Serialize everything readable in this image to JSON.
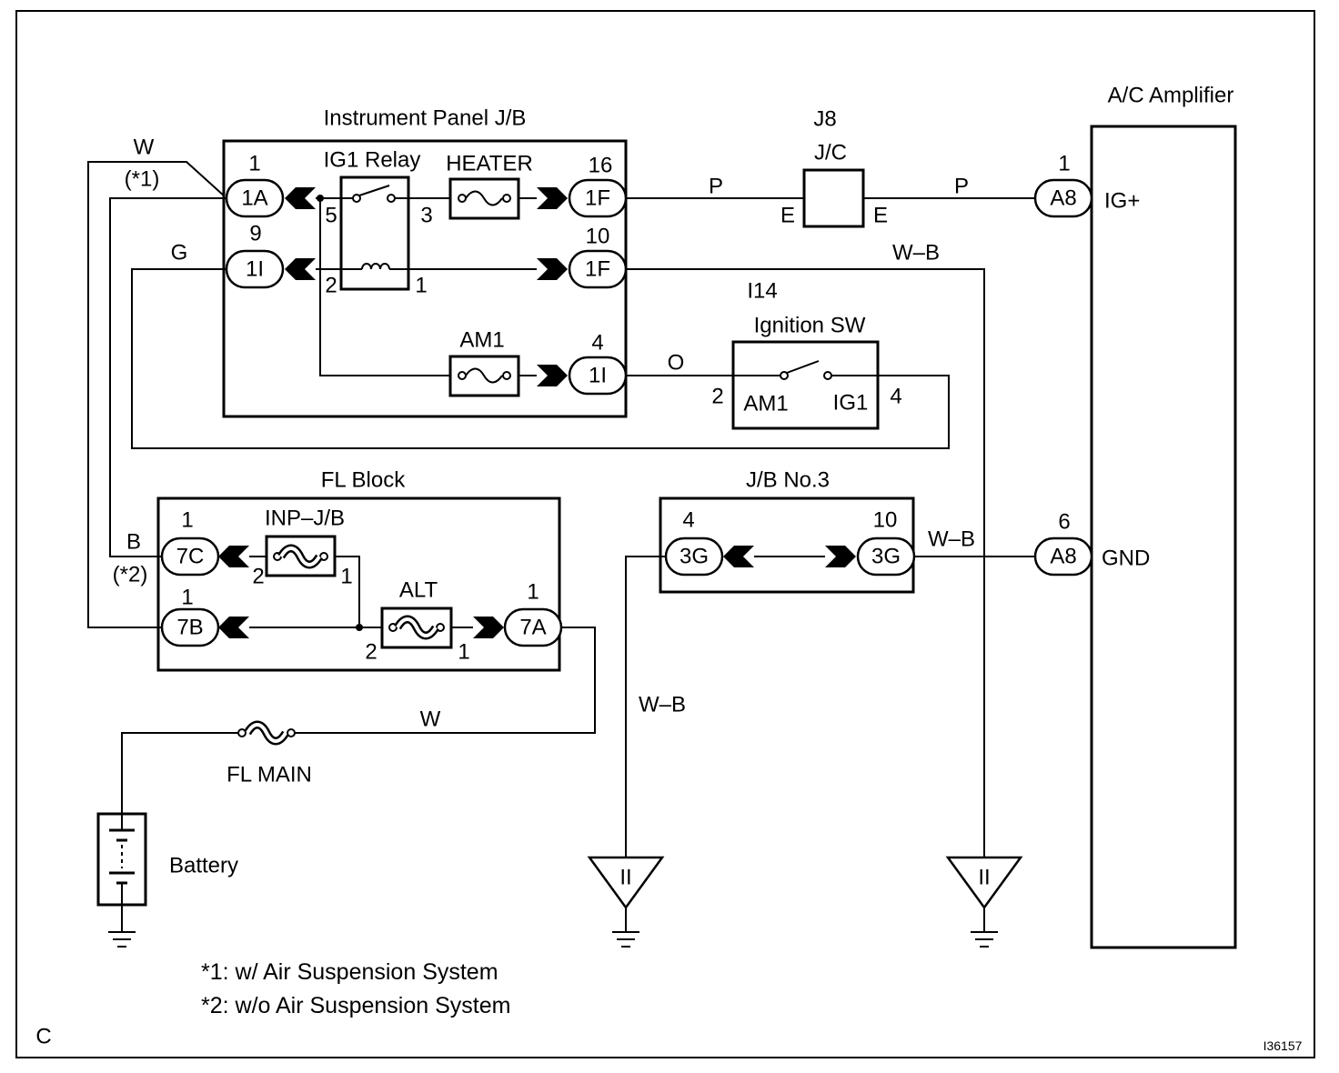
{
  "frame": {
    "sheet_code": "C",
    "figure_id": "I36157"
  },
  "notes": {
    "note1": "*1: w/ Air Suspension System",
    "note2": "*2: w/o Air Suspension System"
  },
  "ip_jb": {
    "title": "Instrument Panel J/B",
    "relay": {
      "label": "IG1 Relay",
      "pin5": "5",
      "pin3": "3",
      "pin2": "2",
      "pin1": "1"
    },
    "heater_fuse": "HEATER",
    "am1_fuse": "AM1",
    "conn_1a": {
      "name": "1A",
      "pin": "1"
    },
    "conn_1i_upper": {
      "name": "1I",
      "pin": "9"
    },
    "conn_1f_upper": {
      "name": "1F",
      "pin": "16"
    },
    "conn_1f_lower": {
      "name": "1F",
      "pin": "10"
    },
    "conn_1i_lower": {
      "name": "1I",
      "pin": "4"
    }
  },
  "jc": {
    "id": "J8",
    "label": "J/C",
    "side_left": "E",
    "side_right": "E"
  },
  "ignition_sw": {
    "id": "I14",
    "label": "Ignition SW",
    "pin_left": "2",
    "pin_right": "4",
    "terminal_left": "AM1",
    "terminal_right": "IG1"
  },
  "ac_amplifier": {
    "title": "A/C Amplifier",
    "conn_ig": {
      "name": "A8",
      "pin": "1",
      "terminal": "IG+"
    },
    "conn_gnd": {
      "name": "A8",
      "pin": "6",
      "terminal": "GND"
    }
  },
  "fl_block": {
    "title": "FL Block",
    "inp_fuse": {
      "label": "INP–J/B",
      "pin_left": "2",
      "pin_right": "1"
    },
    "alt_fuse": {
      "label": "ALT",
      "pin_left": "2",
      "pin_right": "1"
    },
    "conn_7c": {
      "name": "7C",
      "pin": "1"
    },
    "conn_7b": {
      "name": "7B",
      "pin": "1"
    },
    "conn_7a": {
      "name": "7A",
      "pin": "1"
    }
  },
  "jb_no3": {
    "title": "J/B No.3",
    "conn_left": {
      "name": "3G",
      "pin": "4"
    },
    "conn_right": {
      "name": "3G",
      "pin": "10"
    }
  },
  "fl_main": "FL MAIN",
  "battery": "Battery",
  "grounds": [
    {
      "label": "II"
    },
    {
      "label": "II"
    }
  ],
  "wires": {
    "w_1": {
      "code": "W",
      "note": "(*1)"
    },
    "b_2": {
      "code": "B",
      "note": "(*2)"
    },
    "g": "G",
    "p_left": "P",
    "p_right": "P",
    "wb_upper": "W–B",
    "o": "O",
    "wb_jb3": "W–B",
    "w_main": "W",
    "wb_ground": "W–B"
  }
}
